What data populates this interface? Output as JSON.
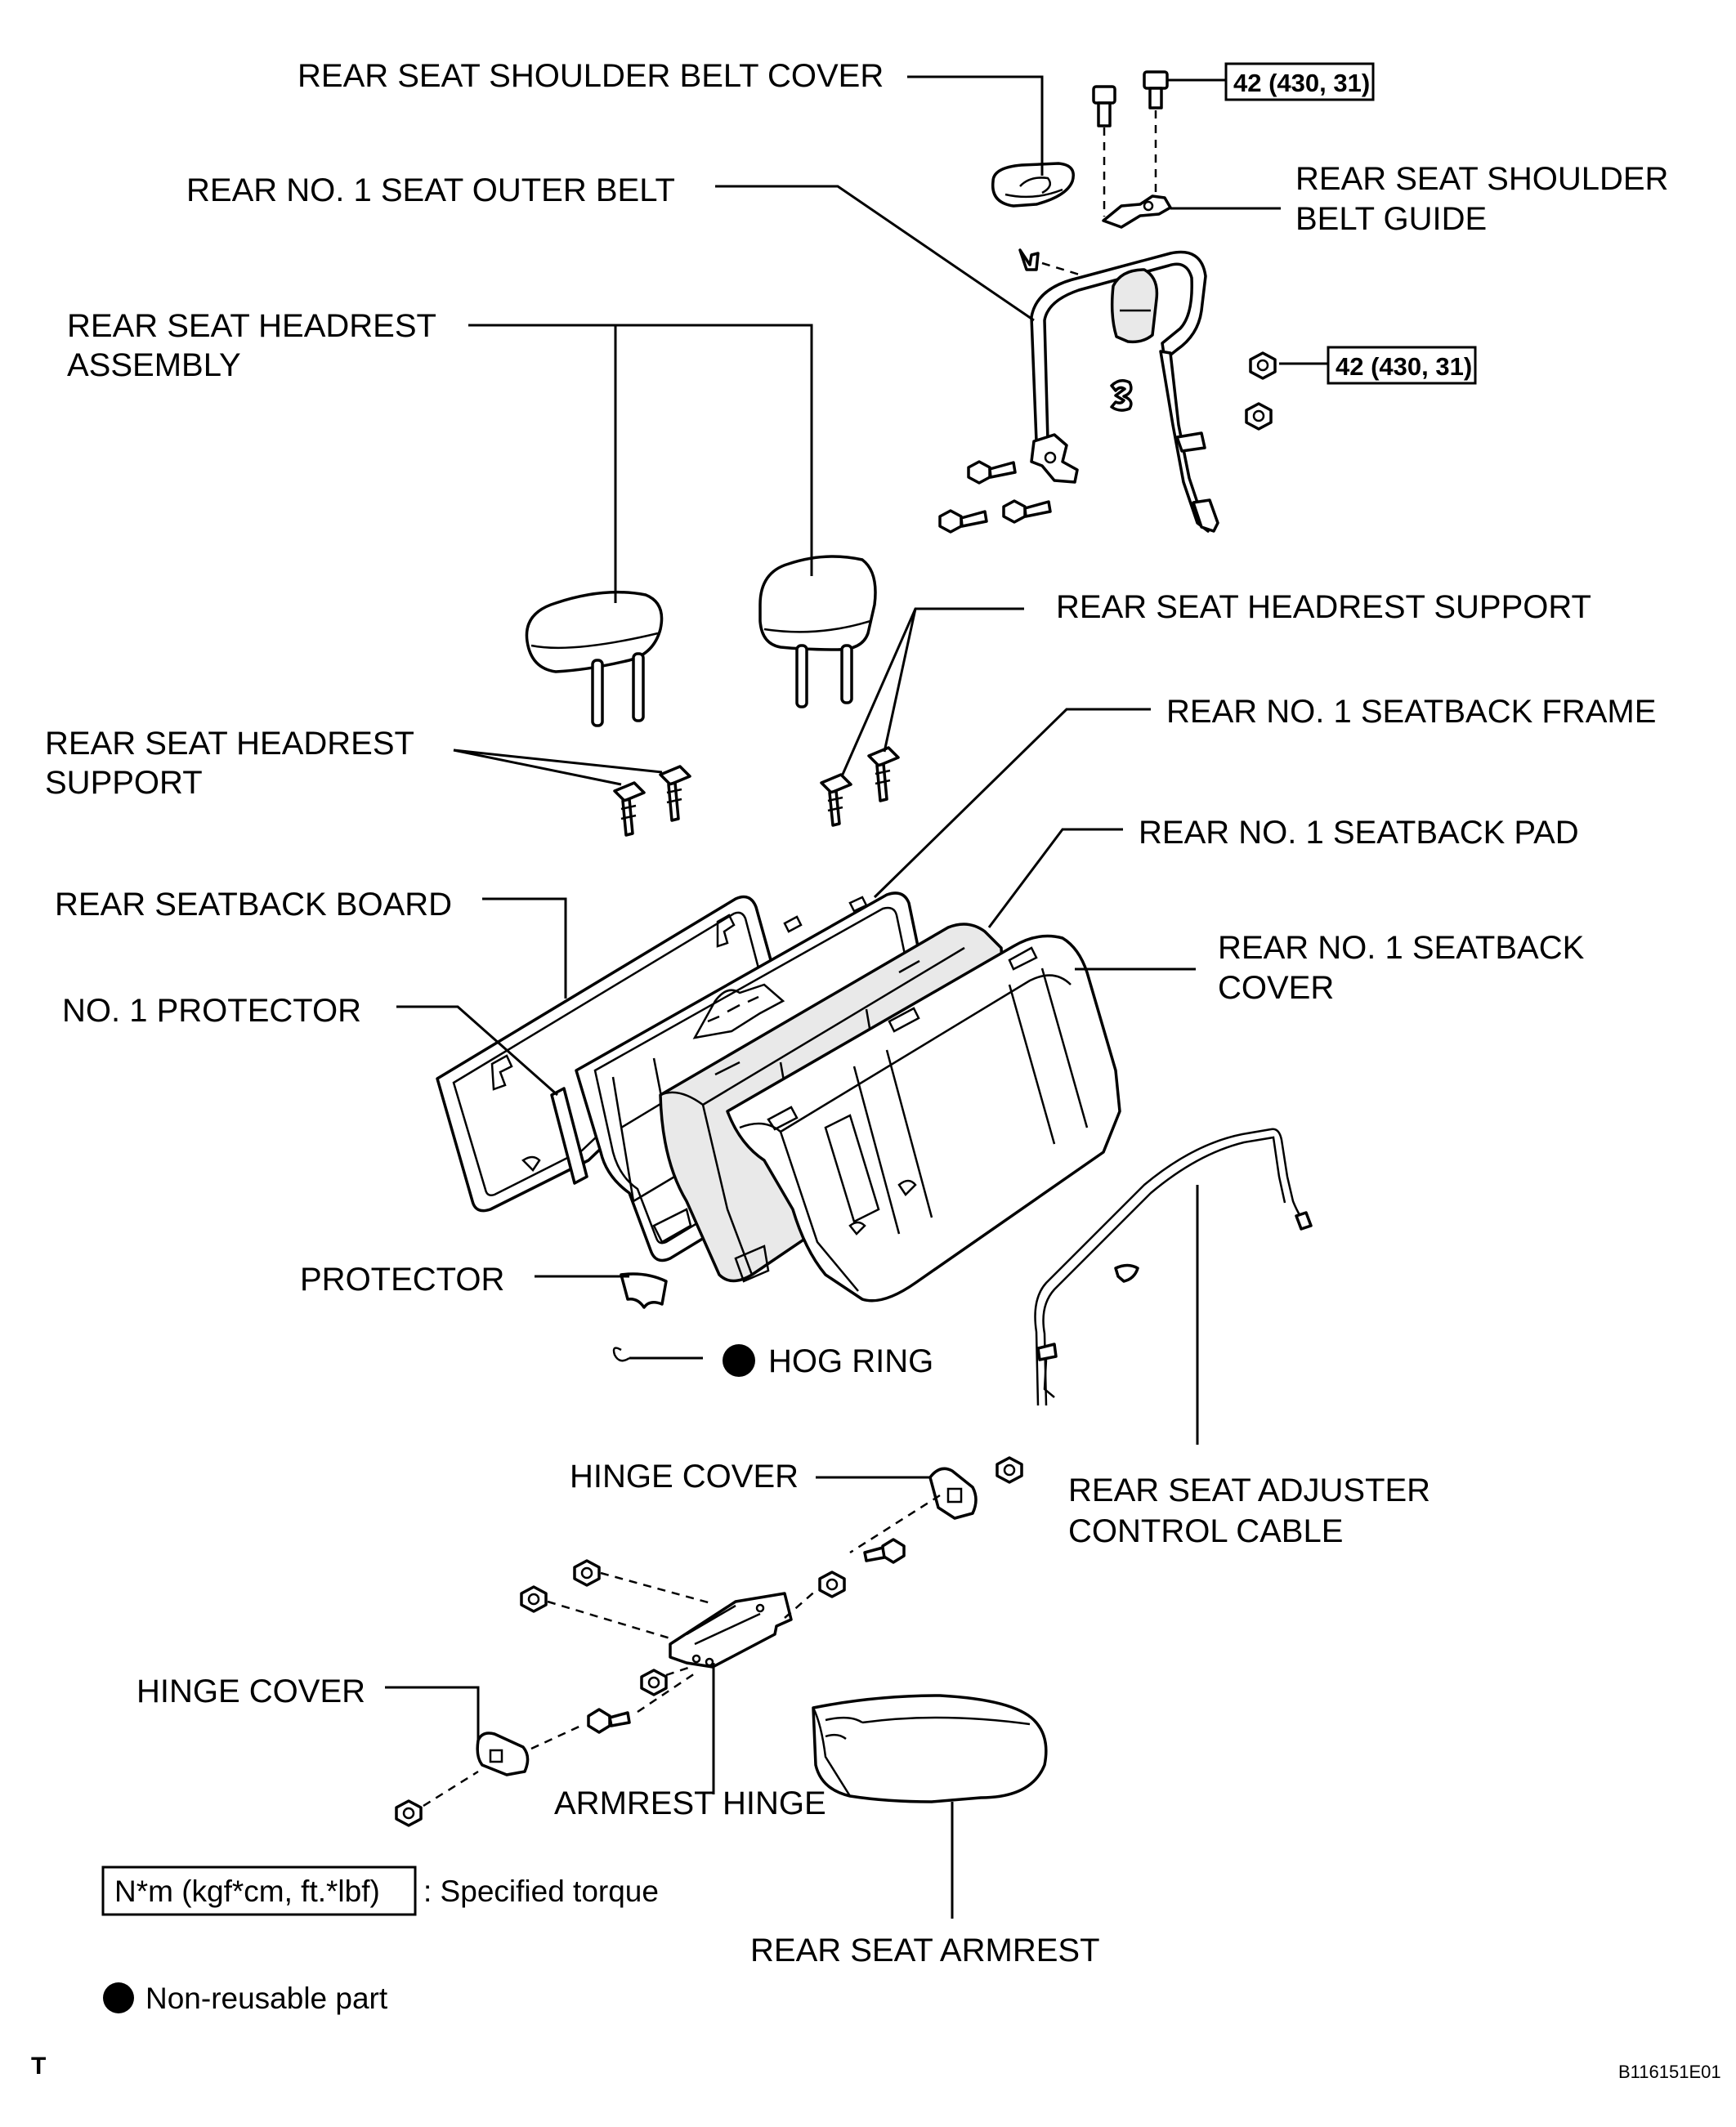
{
  "labels": {
    "shoulder_belt_cover": "REAR SEAT SHOULDER BELT COVER",
    "outer_belt": "REAR NO. 1 SEAT OUTER BELT",
    "belt_guide_line1": "REAR SEAT SHOULDER",
    "belt_guide_line2": "BELT GUIDE",
    "headrest_line1": "REAR SEAT HEADREST",
    "headrest_line2": "ASSEMBLY",
    "headrest_support_right": "REAR SEAT HEADREST SUPPORT",
    "headrest_support_left_line1": "REAR SEAT HEADREST",
    "headrest_support_left_line2": "SUPPORT",
    "seatback_frame": "REAR NO. 1 SEATBACK FRAME",
    "seatback_pad": "REAR NO. 1 SEATBACK PAD",
    "seatback_board": "REAR SEATBACK BOARD",
    "seatback_cover_line1": "REAR NO. 1 SEATBACK",
    "seatback_cover_line2": "COVER",
    "no1_protector": "NO. 1 PROTECTOR",
    "protector": "PROTECTOR",
    "hog_ring": "HOG RING",
    "hinge_cover_top": "HINGE COVER",
    "adjuster_cable_line1": "REAR SEAT ADJUSTER",
    "adjuster_cable_line2": "CONTROL CABLE",
    "hinge_cover_bottom": "HINGE COVER",
    "armrest_hinge": "ARMREST HINGE",
    "armrest": "REAR SEAT ARMREST"
  },
  "torque_specs": {
    "top": "42 (430, 31)",
    "middle": "42 (430, 31)"
  },
  "legend": {
    "torque_box": "N*m (kgf*cm, ft.*lbf)",
    "torque_text": ": Specified torque",
    "nonreusable_text": "Non-reusable part"
  },
  "corner_mark": "T",
  "figure_code": "B116151E01",
  "colors": {
    "line": "#000000",
    "background": "#ffffff",
    "shade": "#e9e9e9"
  }
}
